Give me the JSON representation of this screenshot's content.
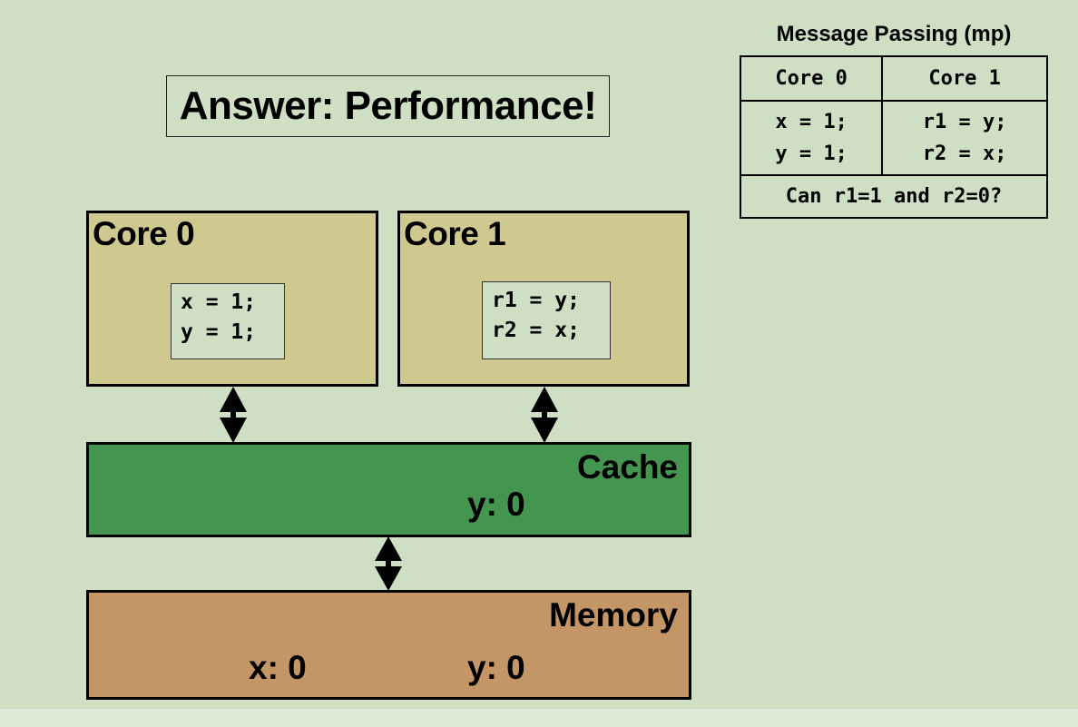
{
  "answer": "Answer: Performance!",
  "cores": [
    {
      "title": "Core 0",
      "code": [
        "x = 1;",
        "y = 1;"
      ]
    },
    {
      "title": "Core 1",
      "code": [
        "r1 = y;",
        "r2 = x;"
      ]
    }
  ],
  "cache": {
    "label": "Cache",
    "values": {
      "y": "y: 0"
    }
  },
  "memory": {
    "label": "Memory",
    "values": {
      "x": "x: 0",
      "y": "y: 0"
    }
  },
  "mp_table": {
    "title": "Message Passing (mp)",
    "headers": [
      "Core 0",
      "Core 1"
    ],
    "code": [
      [
        "x = 1;",
        "y = 1;"
      ],
      [
        "r1 = y;",
        "r2 = x;"
      ]
    ],
    "question": "Can r1=1 and r2=0?"
  }
}
